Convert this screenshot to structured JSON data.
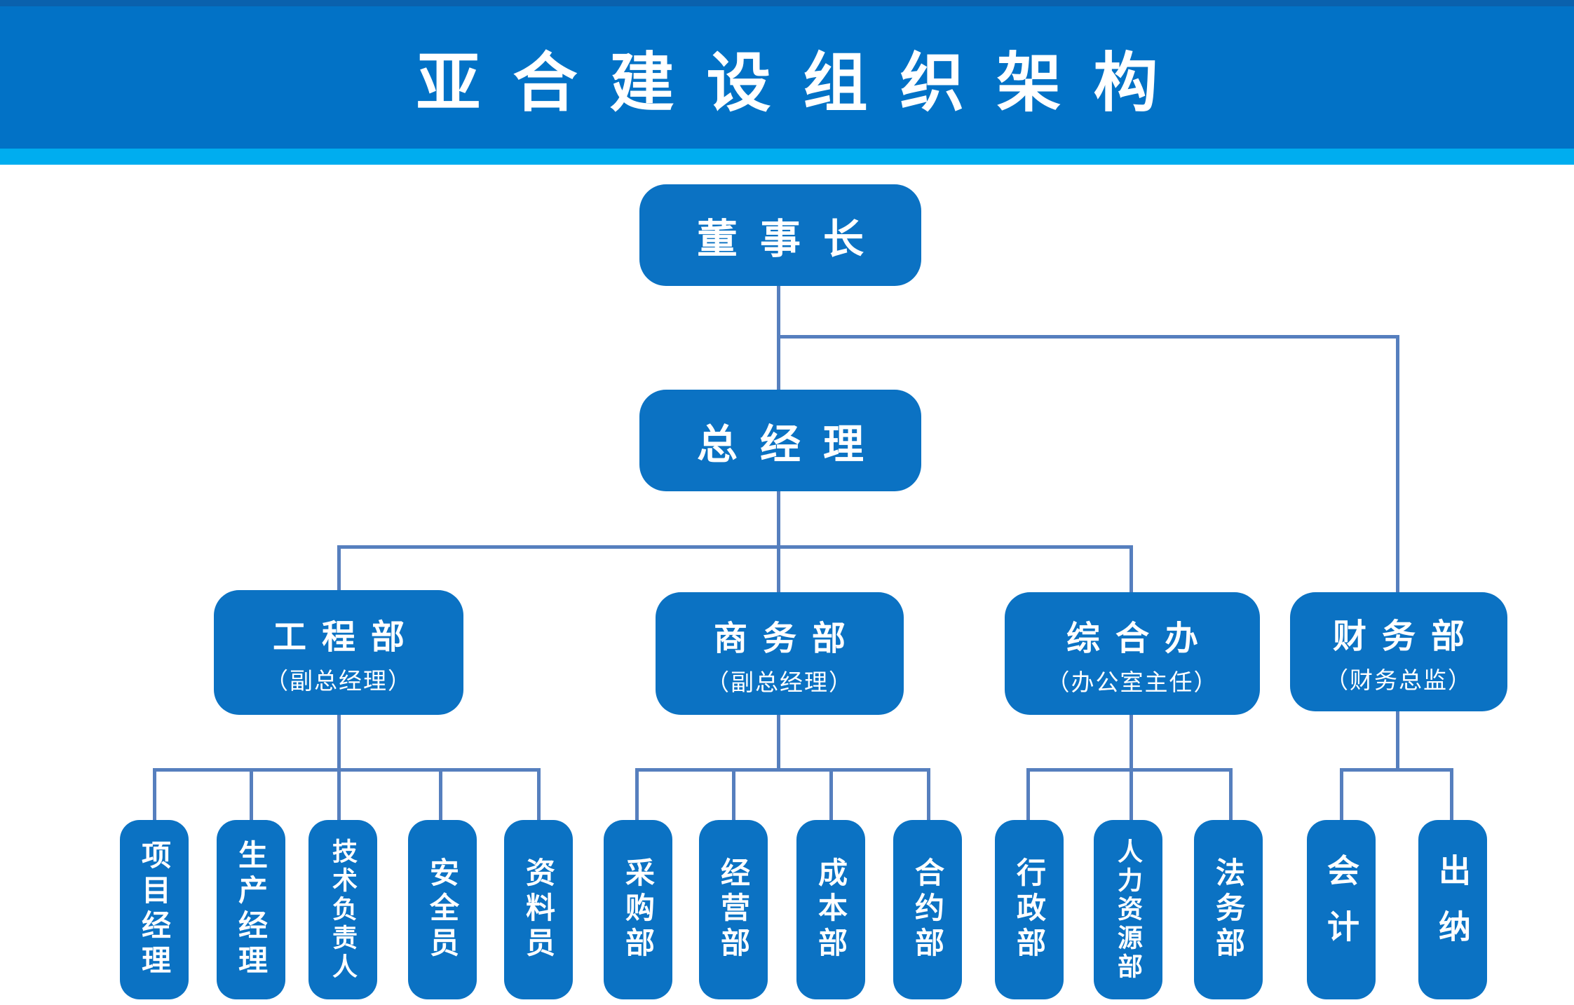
{
  "header": {
    "title": "亚合建设组织架构"
  },
  "nodes": {
    "chairman": {
      "label": "董事长"
    },
    "general_manager": {
      "label": "总经理"
    },
    "engineering": {
      "title": "工程部",
      "subtitle": "（副总经理）"
    },
    "commerce": {
      "title": "商务部",
      "subtitle": "（副总经理）"
    },
    "general_office": {
      "title": "综合办",
      "subtitle": "（办公室主任）"
    },
    "finance": {
      "title": "财务部",
      "subtitle": "（财务总监）"
    },
    "engineering_children": [
      {
        "label": "项目经理"
      },
      {
        "label": "生产经理"
      },
      {
        "label": "技术负责人"
      },
      {
        "label": "安全员"
      },
      {
        "label": "资料员"
      }
    ],
    "commerce_children": [
      {
        "label": "采购部"
      },
      {
        "label": "经营部"
      },
      {
        "label": "成本部"
      },
      {
        "label": "合约部"
      }
    ],
    "general_office_children": [
      {
        "label": "行政部"
      },
      {
        "label": "人力资源部"
      },
      {
        "label": "法务部"
      }
    ],
    "finance_children": [
      {
        "label": "会计"
      },
      {
        "label": "出纳"
      }
    ]
  },
  "colors": {
    "header_blue": "#0272C6",
    "header_top_strip": "#0A61AD",
    "accent_cyan": "#00ADEF",
    "node_blue": "#0B72C3",
    "connector_line": "#567FBE",
    "text": "#FFFFFF"
  }
}
